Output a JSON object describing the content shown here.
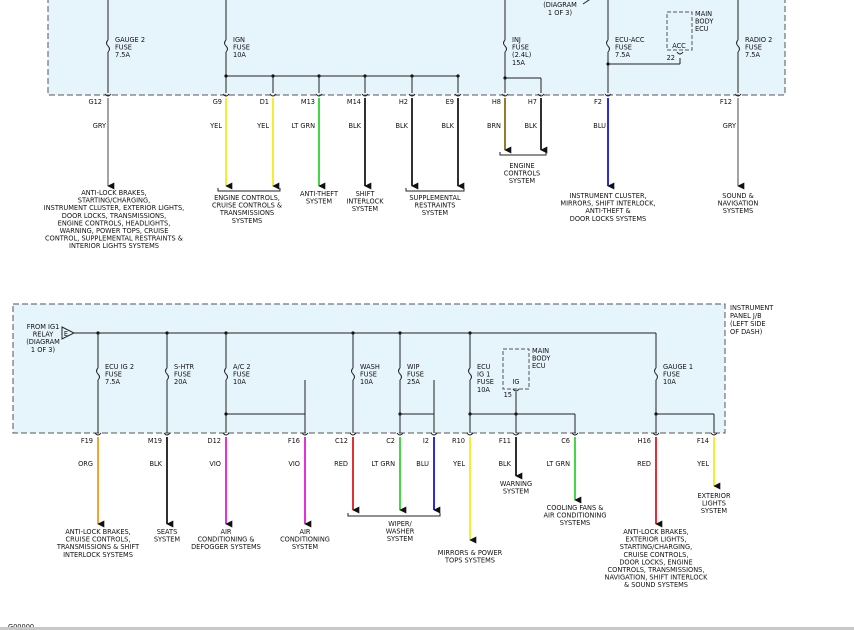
{
  "top_panel": {
    "header": "(DIAGRAM\n1 OF 3)",
    "fuses": [
      {
        "id": "gauge2",
        "label": "GAUGE 2\nFUSE\n7.5A",
        "connector": "G12",
        "wire": "GRY",
        "dest": "ANTI-LOCK BRAKES,\nSTARTING/CHARGING,\nINSTRUMENT CLUSTER, EXTERIOR LIGHTS,\nDOOR LOCKS, TRANSMISSIONS,\nENGINE CONTROLS, HEADLIGHTS,\nWARNING, POWER TOPS, CRUISE\nCONTROL, SUPPLEMENTAL RESTRAINTS &\nINTERIOR LIGHTS SYSTEMS"
      },
      {
        "id": "ign",
        "label": "IGN\nFUSE\n10A"
      },
      {
        "id": "inj",
        "label": "INJ\nFUSE\n(2.4L)\n15A"
      },
      {
        "id": "ecuacc",
        "label": "ECU-ACC\nFUSE\n7.5A",
        "connector": "F2",
        "wire": "BLU",
        "dest": "INSTRUMENT CLUSTER,\nMIRRORS, SHIFT INTERLOCK,\nANTI-THEFT &\nDOOR LOCKS SYSTEMS"
      },
      {
        "id": "radio2",
        "label": "RADIO 2\nFUSE\n7.5A",
        "connector": "F12",
        "wire": "GRY",
        "dest": "SOUND &\nNAVIGATION\nSYSTEMS"
      }
    ],
    "ecu": {
      "label": "MAIN\nBODY\nECU",
      "acc": "ACC",
      "pin": "22"
    },
    "ign_outputs": [
      {
        "connector": "G9",
        "wire": "YEL"
      },
      {
        "connector": "D1",
        "wire": "YEL"
      },
      {
        "connector": "M13",
        "wire": "LT GRN"
      },
      {
        "connector": "M14",
        "wire": "BLK"
      },
      {
        "connector": "H2",
        "wire": "BLK"
      },
      {
        "connector": "E9",
        "wire": "BLK"
      }
    ],
    "ign_dests": [
      "ENGINE CONTROLS,\nCRUISE CONTROLS &\nTRANSMISSIONS\nSYSTEMS",
      "ANTI-THEFT\nSYSTEM",
      "SHIFT\nINTERLOCK\nSYSTEM",
      "SUPPLEMENTAL\nRESTRAINTS\nSYSTEM"
    ],
    "inj_outputs": [
      {
        "connector": "H8",
        "wire": "BRN"
      },
      {
        "connector": "H7",
        "wire": "BLK"
      }
    ],
    "inj_dest": "ENGINE\nCONTROLS\nSYSTEM"
  },
  "bottom_panel": {
    "title": "INSTRUMENT\nPANEL J/B\n(LEFT SIDE\nOF DASH)",
    "relay": "FROM IG1\nRELAY\n(DIAGRAM\n1 OF 3)",
    "relay_pin": "E",
    "fuses": [
      {
        "id": "ecuig2",
        "label": "ECU IG 2\nFUSE\n7.5A",
        "connector": "F19",
        "wire": "ORG",
        "dest": "ANTI-LOCK BRAKES,\nCRUISE CONTROLS,\nTRANSMISSIONS & SHIFT\nINTERLOCK SYSTEMS"
      },
      {
        "id": "shtr",
        "label": "S-HTR\nFUSE\n20A",
        "connector": "M19",
        "wire": "BLK",
        "dest": "SEATS\nSYSTEM"
      },
      {
        "id": "ac2",
        "label": "A/C 2\nFUSE\n10A",
        "connector": "D12",
        "wire": "VIO",
        "dest": "AIR\nCONDITIONING &\nDEFOGGER SYSTEMS"
      },
      {
        "id": "wash",
        "label": "WASH\nFUSE\n10A"
      },
      {
        "id": "wip",
        "label": "WIP\nFUSE\n25A"
      },
      {
        "id": "ecuig1",
        "label": "ECU\nIG 1\nFUSE\n10A"
      },
      {
        "id": "gauge1",
        "label": "GAUGE 1\nFUSE\n10A"
      }
    ],
    "ac2_branch": {
      "connector": "F16",
      "wire": "VIO",
      "dest": "AIR\nCONDITIONING\nSYSTEM"
    },
    "wash_out": {
      "connector": "C12",
      "wire": "RED"
    },
    "wip_outs": [
      {
        "connector": "C2",
        "wire": "LT GRN"
      },
      {
        "connector": "I2",
        "wire": "BLU"
      }
    ],
    "wiper_dest": "WIPER/\nWASHER\nSYSTEM",
    "ecuig1_outs": [
      {
        "connector": "R10",
        "wire": "YEL",
        "dest": "MIRRORS & POWER\nTOPS SYSTEMS"
      },
      {
        "connector": "F11",
        "wire": "BLK",
        "dest": "WARNING\nSYSTEM"
      },
      {
        "connector": "C6",
        "wire": "LT GRN",
        "dest": "COOLING FANS &\nAIR CONDITIONING\nSYSTEMS"
      }
    ],
    "ecu": {
      "label": "MAIN\nBODY\nECU",
      "pin_label": "IG",
      "pin": "15"
    },
    "gauge1_outs": [
      {
        "connector": "H16",
        "wire": "RED",
        "dest": "ANTI-LOCK BRAKES,\nEXTERIOR LIGHTS,\nSTARTING/CHARGING,\nCRUISE CONTROLS,\nDOOR LOCKS, ENGINE\nCONTROLS, TRANSMISSIONS,\nNAVIGATION, SHIFT INTERLOCK\n& SOUND SYSTEMS"
      },
      {
        "connector": "F14",
        "wire": "YEL",
        "dest": "EXTERIOR\nLIGHTS\nSYSTEM"
      }
    ]
  },
  "colors": {
    "YEL": "#f2ec1a",
    "LT GRN": "#2fd12f",
    "BLK": "#1a1a1a",
    "BRN": "#8a6a12",
    "BLU": "#1515d6",
    "GRY": "#9a9a9a",
    "ORG": "#f29a18",
    "VIO": "#e01ad8",
    "RED": "#e01818"
  },
  "corner_code": "G00000"
}
